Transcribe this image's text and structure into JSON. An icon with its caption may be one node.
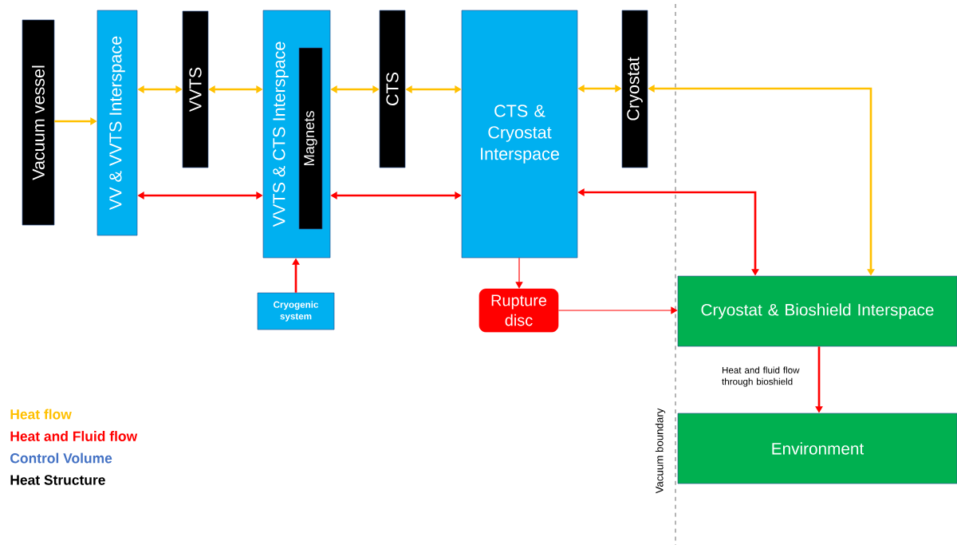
{
  "diagram": {
    "nodes": [
      {
        "text": [
          "Vacuum vessel"
        ]
      },
      {
        "text": [
          "VV & VVTS Interspace"
        ]
      },
      {
        "text": [
          "VVTS"
        ]
      },
      {
        "text": [
          "VVTS & CTS Interspace"
        ]
      },
      {
        "text": [
          "Magnets"
        ],
        "in": 3
      },
      {
        "text": [
          "CTS"
        ]
      },
      {
        "text": [
          "CTS & Cryostat Interspace"
        ]
      },
      {
        "text": [
          "Cryostat"
        ]
      },
      {
        "text": [
          "Cryogenic system"
        ]
      },
      {
        "text": [
          "Rupture disc"
        ]
      },
      {
        "text": [
          "Cryostat & Bioshield Interspace"
        ]
      },
      {
        "text": [
          "Environment"
        ]
      }
    ],
    "edges": [
      {
        "from": 0,
        "to": 1,
        "arrow": "to",
        "color": "#ffc000"
      },
      {
        "from": 1,
        "to": 2,
        "arrow": "both",
        "color": "#ffc000"
      },
      {
        "from": 2,
        "to": 3,
        "arrow": "both",
        "color": "#ffc000"
      },
      {
        "from": 3,
        "to": 5,
        "arrow": "both",
        "color": "#ffc000"
      },
      {
        "from": 5,
        "to": 6,
        "arrow": "both",
        "color": "#ffc000"
      },
      {
        "from": 6,
        "to": 7,
        "arrow": "both",
        "color": "#ffc000"
      },
      {
        "from": 7,
        "to": 10,
        "arrow": "both",
        "color": "#ffc000"
      },
      {
        "from": 1,
        "to": 3,
        "arrow": "both",
        "color": "#ff0000"
      },
      {
        "from": 3,
        "to": 6,
        "arrow": "both",
        "color": "#ff0000"
      },
      {
        "from": 6,
        "to": 10,
        "arrow": "both",
        "color": "#ff0000"
      },
      {
        "from": 8,
        "to": 3,
        "arrow": "to",
        "color": "#ff0000"
      },
      {
        "from": 6,
        "to": 9,
        "arrow": "to",
        "color": "#ff0000"
      },
      {
        "from": 9,
        "to": 10,
        "arrow": "to",
        "color": "#ff0000"
      },
      {
        "from": 10,
        "to": 11,
        "arrow": "to",
        "color": "#ff0000",
        "label": "Heat and fluid flow through bioshield"
      }
    ],
    "labels": [
      "Vacuum boundary"
    ],
    "legend": [
      {
        "text": "Heat flow",
        "color": "#ffc000"
      },
      {
        "text": "Heat and Fluid flow",
        "color": "#ff0000"
      },
      {
        "text": "Control Volume",
        "color": "#4472c4"
      },
      {
        "text": "Heat Structure",
        "color": "#000000"
      }
    ]
  }
}
